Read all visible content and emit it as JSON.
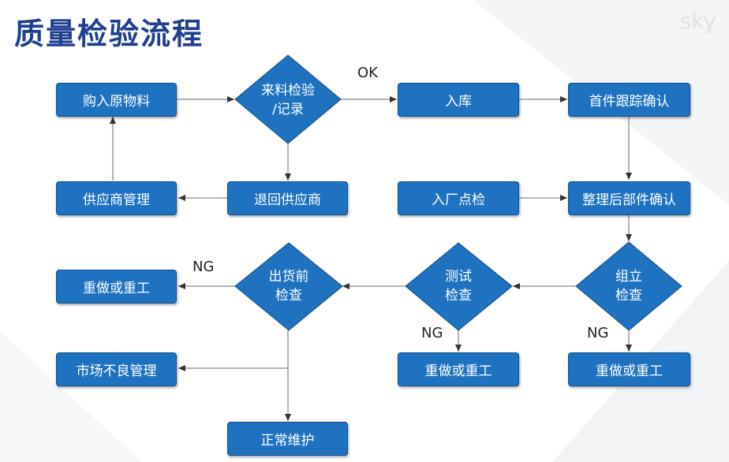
{
  "title": "质量检验流程",
  "watermark": "sky",
  "colors": {
    "node_fill": "#1e72bf",
    "node_border": "#0f4e8e",
    "title": "#1f3f8f",
    "arrow": "#6b6b6b"
  },
  "boxes": {
    "purchase": "购入原物料",
    "warehouse": "入库",
    "first_article": "首件跟踪确认",
    "supplier_mgmt": "供应商管理",
    "return_supplier": "退回供应商",
    "factory_check": "入厂点检",
    "parts_confirm": "整理后部件确认",
    "rework_1": "重做或重工",
    "rework_2": "重做或重工",
    "rework_3": "重做或重工",
    "market_defect": "市场不良管理",
    "normal_maintenance": "正常维护"
  },
  "decisions": {
    "incoming": "来料检验\n/记录",
    "pre_shipment": "出货前\n检查",
    "test": "测试\n检查",
    "assembly": "组立\n检查"
  },
  "edge_labels": {
    "ok": "OK",
    "ng_1": "NG",
    "ng_2": "NG",
    "ng_3": "NG"
  }
}
